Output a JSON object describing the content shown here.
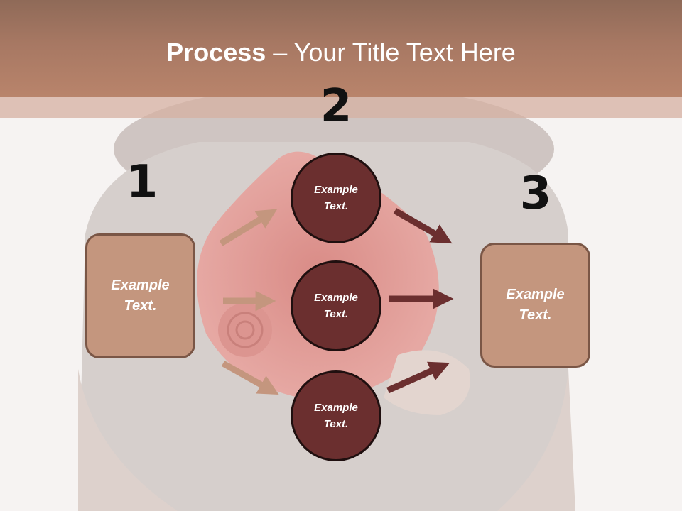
{
  "title": {
    "bold": "Process",
    "rest": " – Your Title Text Here"
  },
  "numbers": [
    "1",
    "2",
    "3"
  ],
  "left_box": {
    "text": "Example\nText."
  },
  "right_box": {
    "text": "Example\nText."
  },
  "circles": [
    {
      "text": "Example\nText."
    },
    {
      "text": "Example\nText."
    },
    {
      "text": "Example\nText."
    }
  ],
  "colors": {
    "title_band": "#b9846b",
    "box_fill": "#c4967e",
    "circle_fill": "#6b2f2f",
    "left_arrow": "#c4967e",
    "right_arrow": "#6b2f2f"
  }
}
